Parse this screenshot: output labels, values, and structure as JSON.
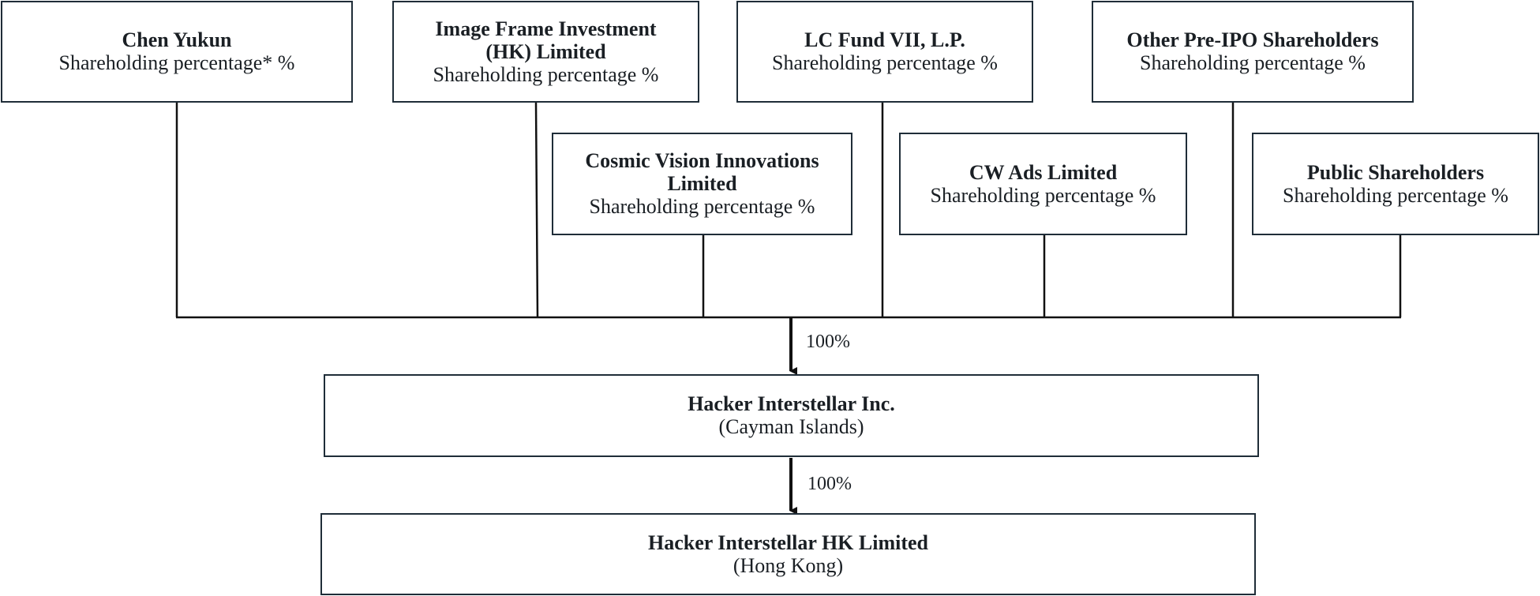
{
  "shareholders": [
    {
      "id": "chen",
      "name": "Chen Yukun",
      "sub": "Shareholding percentage*  %"
    },
    {
      "id": "imageframe",
      "name": "Image Frame Investment (HK) Limited",
      "sub": "Shareholding percentage  %"
    },
    {
      "id": "cosmic",
      "name": "Cosmic Vision Innovations Limited",
      "sub": "Shareholding percentage  %"
    },
    {
      "id": "lcfund",
      "name": "LC Fund VII, L.P.",
      "sub": "Shareholding percentage  %"
    },
    {
      "id": "cwads",
      "name": "CW Ads Limited",
      "sub": "Shareholding percentage  %"
    },
    {
      "id": "otherpreipo",
      "name": "Other Pre-IPO Shareholders",
      "sub": "Shareholding percentage  %"
    },
    {
      "id": "public",
      "name": "Public Shareholders",
      "sub": "Shareholding percentage  %"
    }
  ],
  "holding": {
    "name": "Hacker Interstellar Inc.",
    "sub": "(Cayman Islands)"
  },
  "subsidiary": {
    "name": "Hacker Interstellar HK Limited",
    "sub": "(Hong Kong)"
  },
  "edges": {
    "to_holding_pct": "100%",
    "to_subsidiary_pct": "100%"
  }
}
